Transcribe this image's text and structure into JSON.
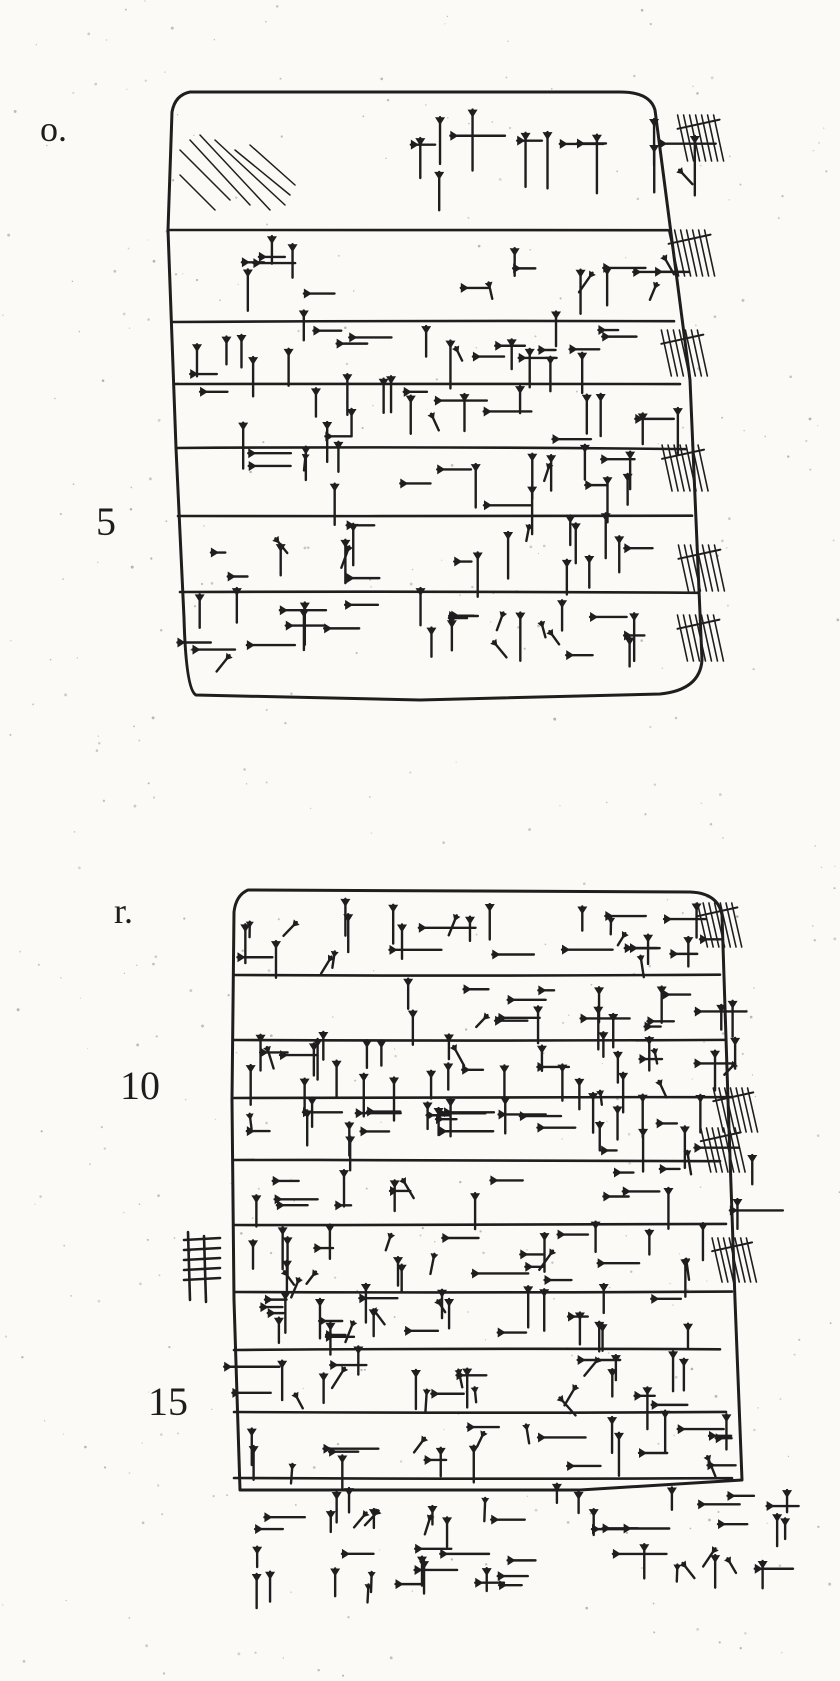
{
  "obverse": {
    "label": "o.",
    "line_numbers": [
      "5"
    ]
  },
  "reverse": {
    "label": "r.",
    "line_numbers": [
      "10",
      "15"
    ]
  },
  "ink_color": "#1e1e1e",
  "paper_color": "#fbfaf7"
}
